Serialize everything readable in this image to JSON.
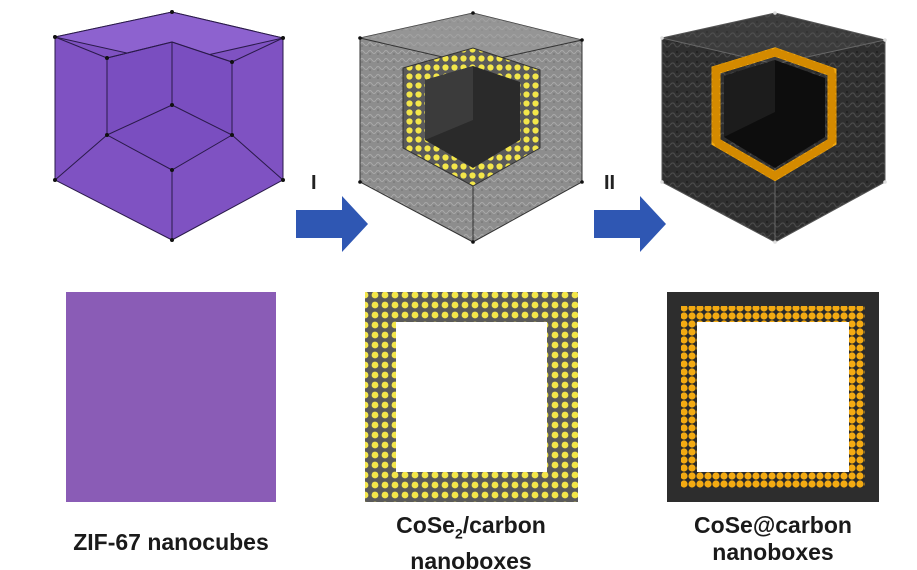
{
  "steps": [
    {
      "label": "I"
    },
    {
      "label": "II"
    }
  ],
  "captions": {
    "zif": "ZIF-67 nanocubes",
    "cose2_main": "CoSe",
    "cose2_sub": "2",
    "cose2_rest": "/carbon",
    "cose2_line2": "nanoboxes",
    "cose_line1": "CoSe@carbon",
    "cose_line2": "nanoboxes"
  },
  "colors": {
    "zif_purple": "#7f52c2",
    "zif_flat": "#8a5cb6",
    "grey_shell": "#8b8b8b",
    "dark_shell": "#2d2d2d",
    "yellow_particle": "#f3e64a",
    "orange_particle": "#f3aa12",
    "arrow_blue": "#2f57b3"
  }
}
